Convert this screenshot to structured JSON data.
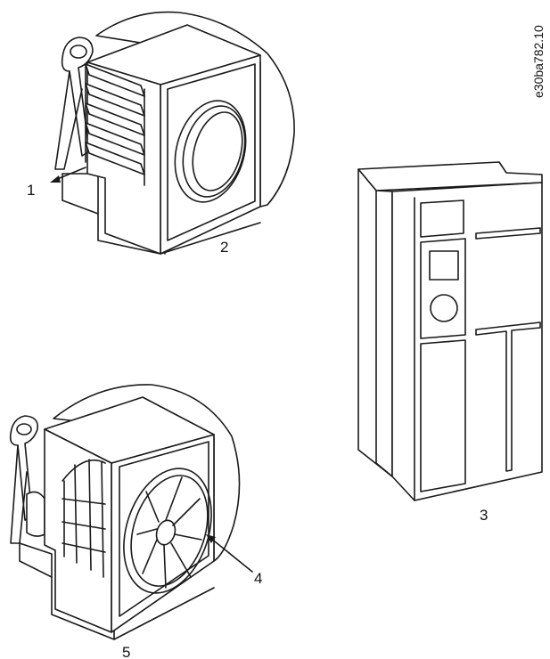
{
  "figure_code": "e30ba782.10",
  "labels": {
    "l1": "1",
    "l2": "2",
    "l3": "3",
    "l4": "4",
    "l5": "5"
  },
  "colors": {
    "line": "#1a1a1a",
    "background": "#ffffff"
  }
}
